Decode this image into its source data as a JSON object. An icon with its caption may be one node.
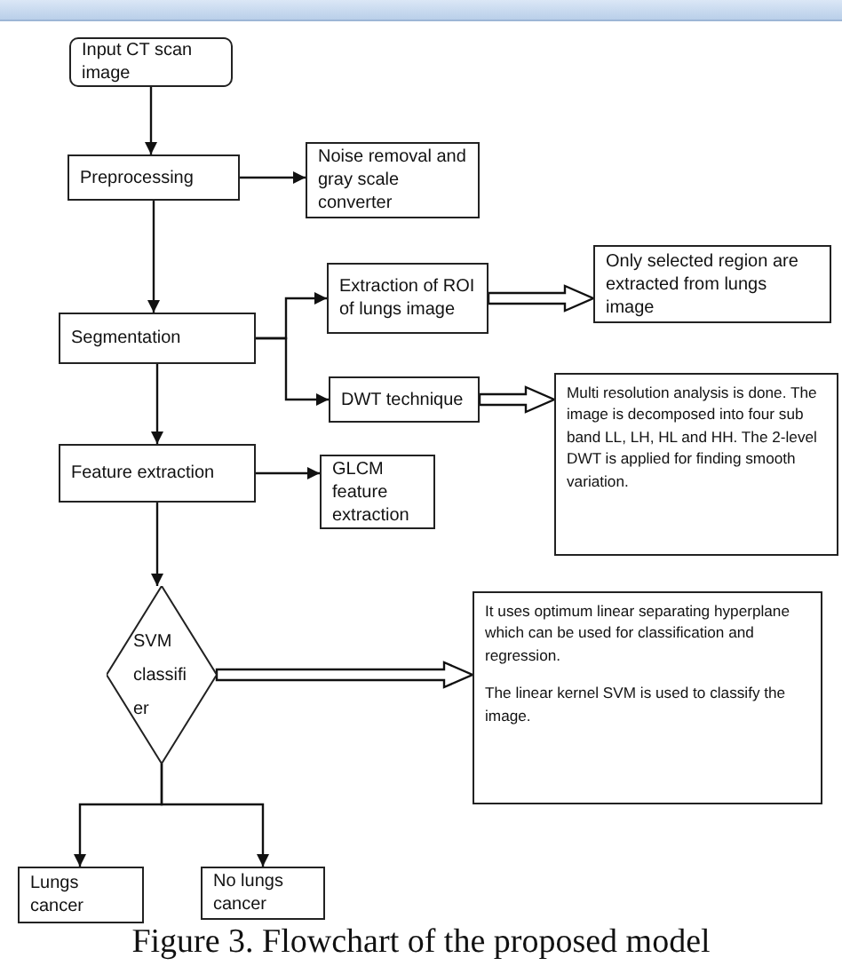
{
  "diagram": {
    "caption": "Figure 3. Flowchart of the proposed model",
    "nodes": [
      {
        "text": [
          "Input CT scan image"
        ]
      },
      {
        "text": [
          "Preprocessing"
        ]
      },
      {
        "text": [
          "Noise removal and gray scale converter"
        ]
      },
      {
        "text": [
          "Only selected region are extracted from lungs image"
        ]
      },
      {
        "text": [
          "Segmentation"
        ]
      },
      {
        "text": [
          "Extraction of ROI of lungs image"
        ]
      },
      {
        "text": [
          "DWT technique"
        ]
      },
      {
        "text": [
          "Multi resolution analysis is done. The image is decomposed into four sub band LL, LH, HL and HH. The 2-level DWT is applied for finding smooth variation."
        ]
      },
      {
        "text": [
          "Feature extraction"
        ]
      },
      {
        "text": [
          "GLCM feature extraction"
        ]
      },
      {
        "text": [
          "SVM classifier"
        ]
      },
      {
        "text": [
          "It uses optimum linear separating hyperplane which can be used for classification and regression.",
          "The linear kernel SVM is used to classify the image."
        ]
      },
      {
        "text": [
          "Lungs cancer"
        ]
      },
      {
        "text": [
          "No lungs cancer"
        ]
      }
    ],
    "edges": [
      {
        "from": 0,
        "to": 1,
        "arrow": "to"
      },
      {
        "from": 1,
        "to": 2,
        "arrow": "to"
      },
      {
        "from": 1,
        "to": 4,
        "arrow": "to"
      },
      {
        "from": 4,
        "to": 5,
        "arrow": "to"
      },
      {
        "from": 4,
        "to": 6,
        "arrow": "to"
      },
      {
        "from": 5,
        "to": 3,
        "arrow": "to",
        "style": "thick"
      },
      {
        "from": 6,
        "to": 7,
        "arrow": "to",
        "style": "thick"
      },
      {
        "from": 4,
        "to": 8,
        "arrow": "to"
      },
      {
        "from": 8,
        "to": 9,
        "arrow": "to"
      },
      {
        "from": 8,
        "to": 10,
        "arrow": "to"
      },
      {
        "from": 10,
        "to": 11,
        "arrow": "to",
        "style": "thick"
      },
      {
        "from": 10,
        "to": 12,
        "arrow": "to"
      },
      {
        "from": 10,
        "to": 13,
        "arrow": "to"
      }
    ]
  }
}
